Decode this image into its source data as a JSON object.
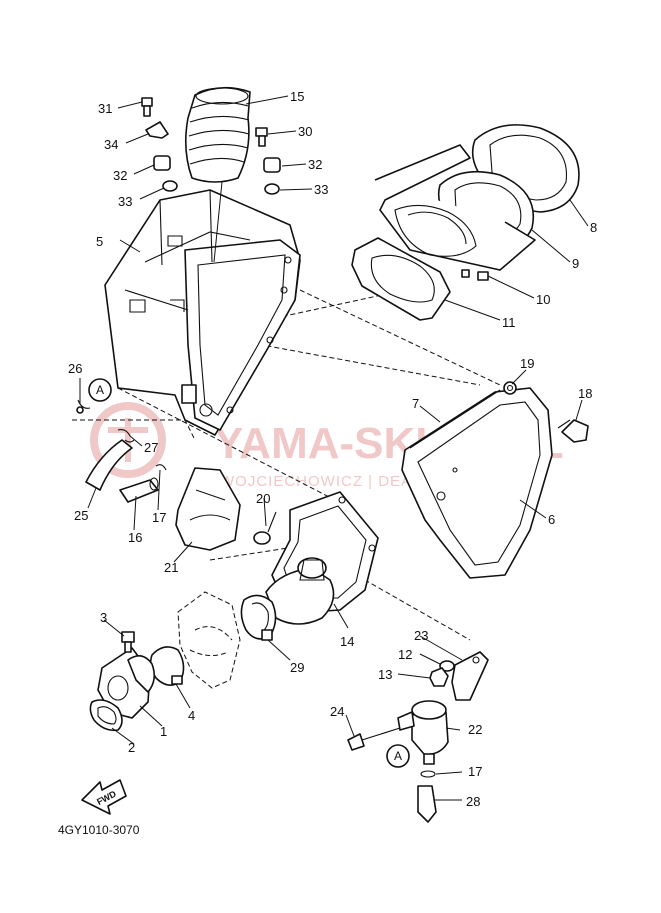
{
  "watermark": {
    "logo": "YAMA-SKLEP.PL",
    "sub": "WOJCIECHOWICZ | DEALER YAMAHA",
    "color": "#f1c8c8"
  },
  "diagram_code": "4GY1010-3070",
  "fwd_label": "FWD",
  "ref_marker": "A",
  "callouts": {
    "c1": "1",
    "c2": "2",
    "c3": "3",
    "c4": "4",
    "c5": "5",
    "c6": "6",
    "c7": "7",
    "c8": "8",
    "c9": "9",
    "c10": "10",
    "c11": "11",
    "c12": "12",
    "c13": "13",
    "c14": "14",
    "c15": "15",
    "c16": "16",
    "c17a": "17",
    "c17b": "17",
    "c18": "18",
    "c19": "19",
    "c20": "20",
    "c21": "21",
    "c22": "22",
    "c23": "23",
    "c24": "24",
    "c25": "25",
    "c26": "26",
    "c27": "27",
    "c28": "28",
    "c29": "29",
    "c30": "30",
    "c31": "31",
    "c32a": "32",
    "c32b": "32",
    "c33a": "33",
    "c33b": "33",
    "c34": "34"
  }
}
